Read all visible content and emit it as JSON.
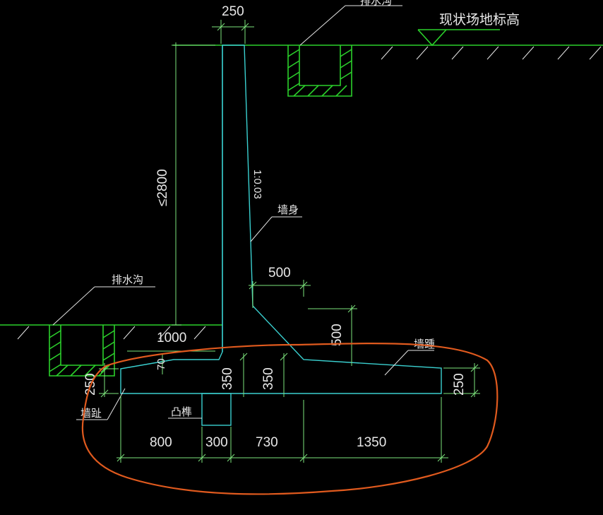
{
  "labels": {
    "top_dim": "250",
    "drain_top": "排水沟",
    "site_elev": "现状场地标高",
    "wall_height": "≤2800",
    "slope": "1:0.03",
    "wall_body": "墙身",
    "drain_left": "排水沟",
    "dim_500_h": "500",
    "dim_1000": "1000",
    "dim_70": "70",
    "dim_500_v": "500",
    "wall_heel": "墙踵",
    "dim_350_a": "350",
    "dim_350_b": "350",
    "dim_250_right": "250",
    "dim_250_left": "250",
    "wall_toe": "墙趾",
    "key": "凸榫",
    "dim_800": "800",
    "dim_300": "300",
    "dim_730": "730",
    "dim_1350": "1350"
  },
  "colors": {
    "background": "#000000",
    "ground_green": "#2bd02b",
    "wall_cyan": "#3ad0d0",
    "annotation_red": "#e05a1e",
    "text": "#e8e8e8"
  }
}
